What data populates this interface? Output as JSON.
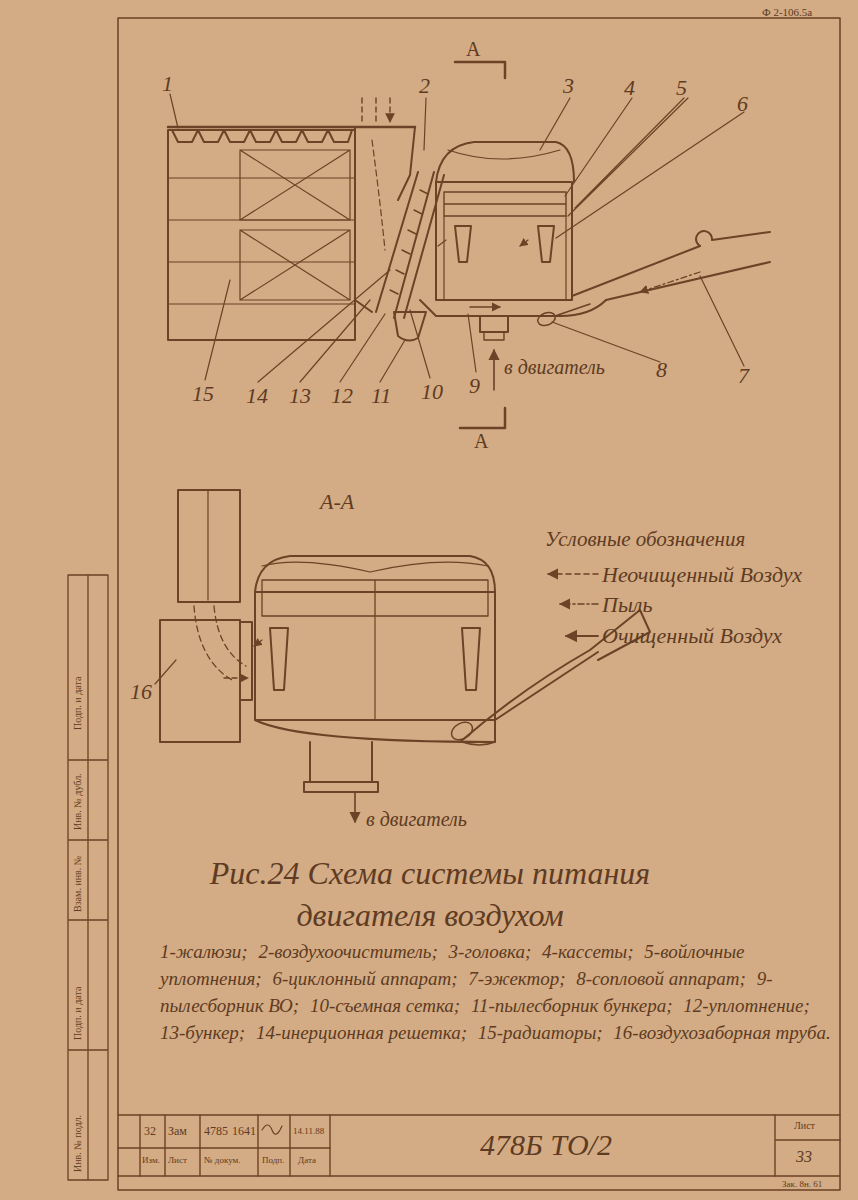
{
  "diagram": {
    "caption": "Рис.24 Схема системы питания двигателя воздухом",
    "labels": [
      "Ф 2-106.5а",
      "А",
      "1",
      "2",
      "3",
      "4",
      "5",
      "6",
      "15",
      "14",
      "13",
      "12",
      "11",
      "10",
      "9",
      "в двигатель",
      "8",
      "7",
      "А",
      "А-А",
      "Условные обозначения",
      "16",
      "в двигатель",
      "1-жалюзи;",
      "2-воздухоочиститель;",
      "3-головка;",
      "4-кассеты;",
      "5-войлочные уплотнения;",
      "6-циклонный аппарат;",
      "7-эжектор;",
      "8-сопловой аппарат;",
      "9-пылесборник ВО;",
      "10-съемная сетка;",
      "11-пылесборник бункера;",
      "12-уплотнение;",
      "13-бункер;",
      "14-инерционная решетка;",
      "15-радиаторы;",
      "16-воздухозаборная труба.",
      "Подп. и дата",
      "Инв. № дубл.",
      "Взам. инв. №",
      "Подп. и дата",
      "Инв. № подл.",
      "32",
      "Зам",
      "4785",
      "1641",
      "14.11.88",
      "Изм.",
      "Лист",
      "№ докум.",
      "Подп.",
      "Дата",
      "478Б ТО/2",
      "Лист",
      "33",
      "Зак. 8н. 61"
    ],
    "legend": [
      {
        "text": "Неочищенный Воздух"
      },
      {
        "text": "Пыль"
      },
      {
        "text": "Очищенный Воздух"
      }
    ]
  }
}
